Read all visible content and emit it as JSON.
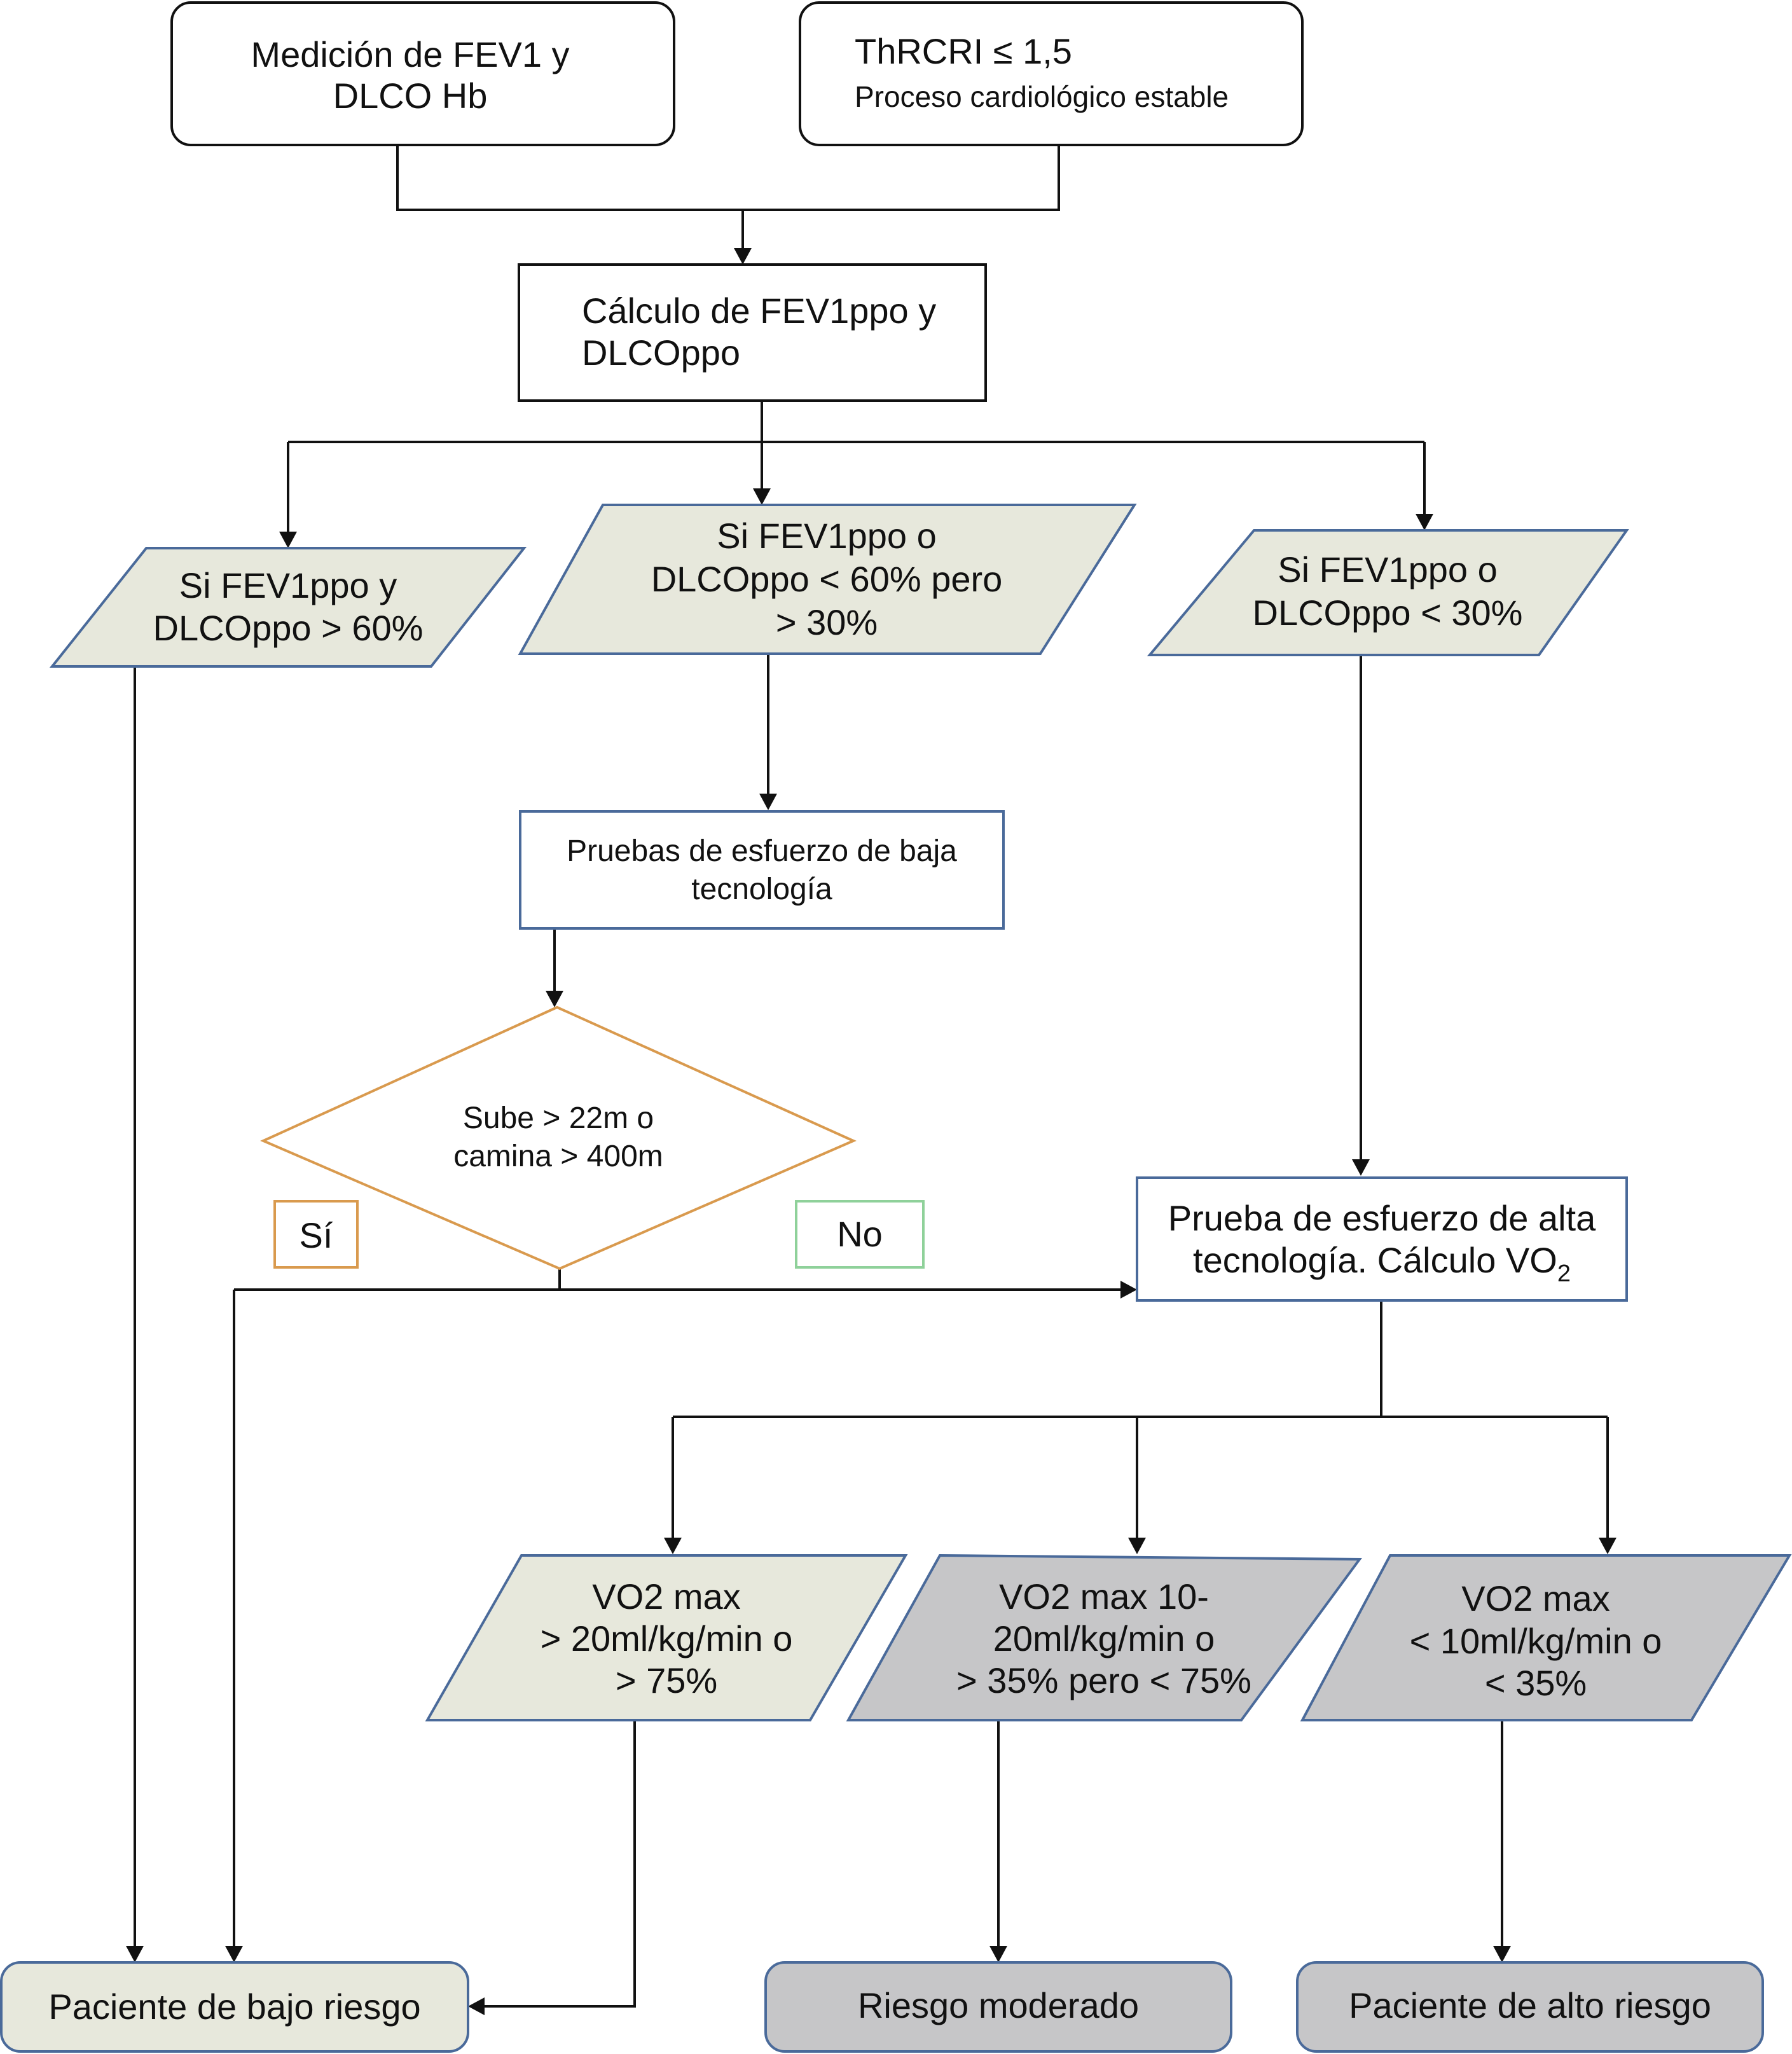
{
  "nodes": {
    "fev1_dlco_measure": {
      "lines": [
        "Medición de FEV1 y",
        "DLCO Hb"
      ]
    },
    "thrcri": {
      "line1": "ThRCRI ≤ 1,5",
      "line2": "Proceso cardiológico estable"
    },
    "calc_ppo": {
      "lines": [
        "Cálculo de FEV1ppo y",
        "DLCOppo"
      ]
    },
    "branch_gt60": {
      "lines": [
        "Si FEV1ppo y",
        "DLCOppo > 60%"
      ]
    },
    "branch_30_60": {
      "lines": [
        "Si FEV1ppo o",
        "DLCOppo < 60% pero",
        "> 30%"
      ]
    },
    "branch_lt30": {
      "lines": [
        "Si FEV1ppo o",
        "DLCOppo < 30%"
      ]
    },
    "low_tech_test": {
      "lines": [
        "Pruebas de esfuerzo de baja",
        "tecnología"
      ]
    },
    "decision": {
      "lines": [
        "Sube > 22m o",
        "camina > 400m"
      ]
    },
    "label_yes": "Sí",
    "label_no": "No",
    "high_tech_test": {
      "line1": "Prueba de esfuerzo de alta",
      "line2_prefix": "tecnología. Cálculo VO",
      "line2_sub": "2"
    },
    "vo2_gt20": {
      "lines": [
        "VO2 max",
        "> 20ml/kg/min o",
        "> 75%"
      ]
    },
    "vo2_10_20": {
      "lines": [
        "VO2 max 10-",
        "20ml/kg/min o",
        "> 35% pero < 75%"
      ]
    },
    "vo2_lt10": {
      "lines": [
        "VO2 max",
        "< 10ml/kg/min o",
        "< 35%"
      ]
    },
    "outcome_low": "Paciente de bajo riesgo",
    "outcome_moderate": "Riesgo moderado",
    "outcome_high": "Paciente de alto riesgo"
  },
  "colors": {
    "line": "#111111",
    "shape_border_blue": "#4a6a9a",
    "fill_beige": "#e7e8dc",
    "fill_gray": "#c6c6c8",
    "decision_border": "#d99a4e",
    "yes_border": "#d99a4e",
    "no_border": "#8fd19a"
  }
}
